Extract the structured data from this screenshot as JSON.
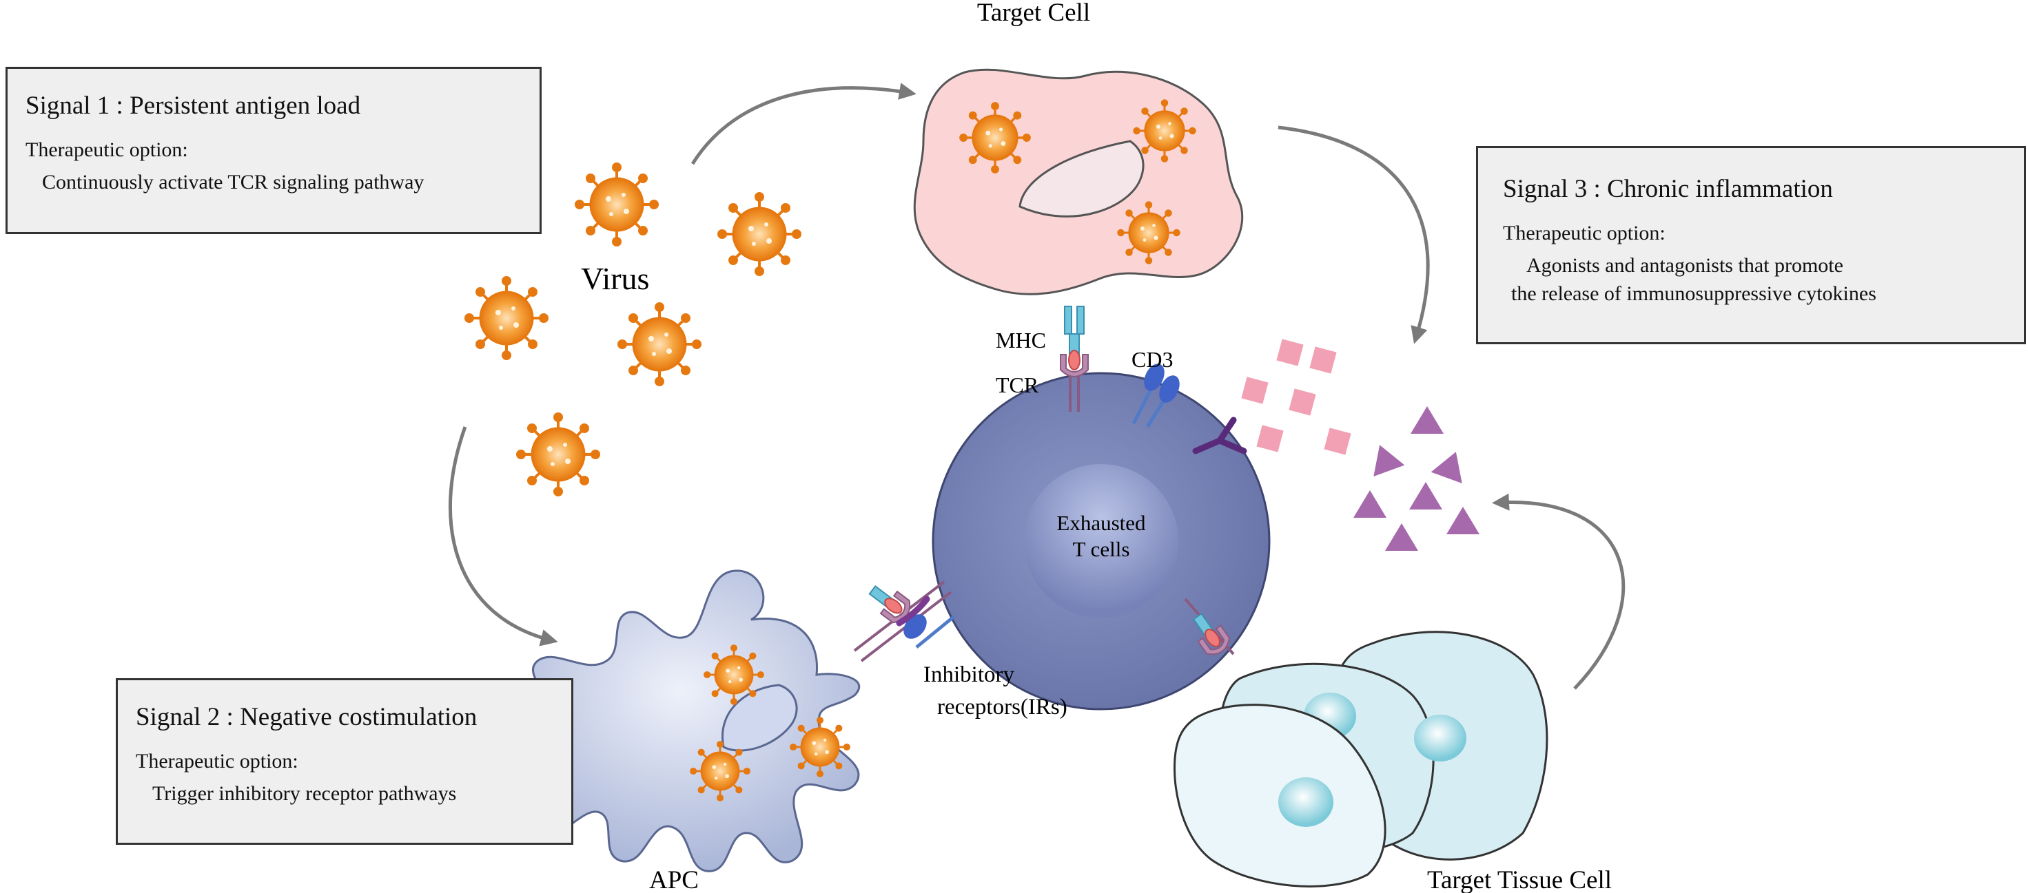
{
  "signal1": {
    "title": "Signal 1 : Persistent antigen load",
    "option_label": "Therapeutic option:",
    "option_text": "Continuously activate TCR signaling pathway"
  },
  "signal2": {
    "title": "Signal 2 :  Negative costimulation",
    "option_label": "Therapeutic option:",
    "option_text": "Trigger inhibitory receptor pathways"
  },
  "signal3": {
    "title": "Signal 3 : Chronic inflammation",
    "option_label": "Therapeutic option:",
    "option_text_line1": "Agonists and antagonists that promote",
    "option_text_line2": "the release of immunosuppressive cytokines"
  },
  "labels": {
    "virus": "Virus",
    "target_cell": "Target Cell",
    "mhc": "MHC",
    "tcr": "TCR",
    "cd3": "CD3",
    "exhausted_line1": "Exhausted",
    "exhausted_line2": "T cells",
    "inhibitory_line1": "Inhibitory",
    "inhibitory_line2": "receptors(IRs)",
    "apc": "APC",
    "target_tissue_cell": "Target Tissue Cell"
  },
  "colors": {
    "virus": "#f08a1e",
    "target_cell_fill": "#fbd5d5",
    "t_cell": "#7a86b8",
    "apc_fill": "#c9d2e8",
    "tissue_fill": "#d6edf3",
    "cytokine_square": "#f2a0b4",
    "cytokine_triangle": "#a66aac",
    "arrow": "#7a7a7a"
  }
}
